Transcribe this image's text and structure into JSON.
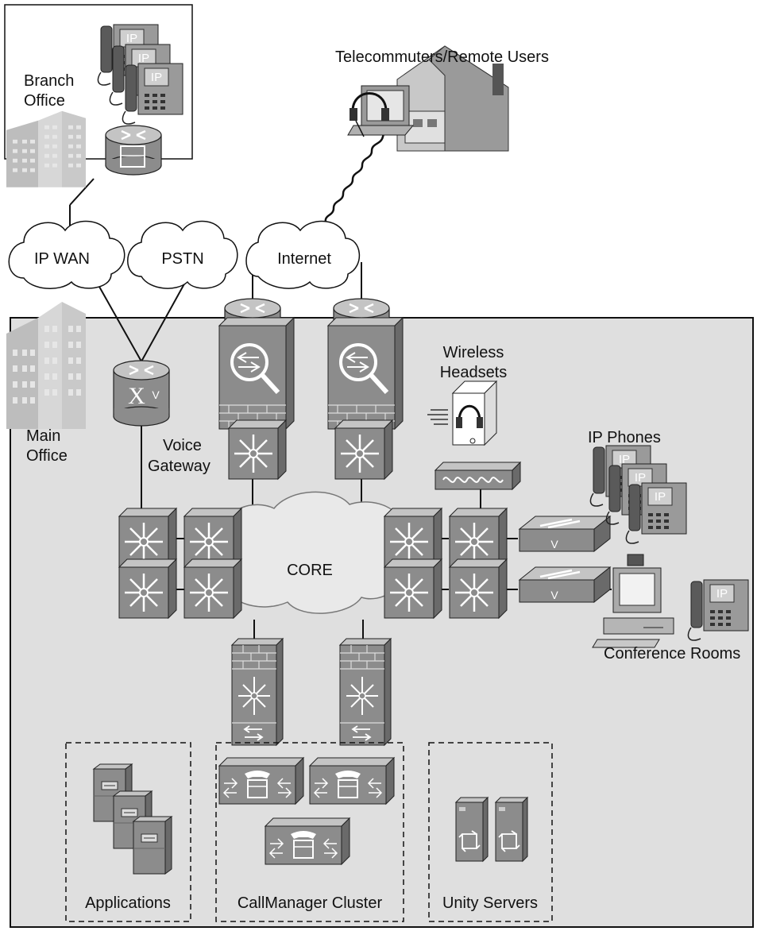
{
  "labels": {
    "branch_office_1": "Branch",
    "branch_office_2": "Office",
    "telecommuters": "Telecommuters/Remote Users",
    "ip_wan": "IP WAN",
    "pstn": "PSTN",
    "internet": "Internet",
    "wireless_1": "Wireless",
    "wireless_2": "Headsets",
    "main_office_1": "Main",
    "main_office_2": "Office",
    "voice_gateway_1": "Voice",
    "voice_gateway_2": "Gateway",
    "ip_phones": "IP Phones",
    "core": "CORE",
    "conference_rooms": "Conference Rooms",
    "applications": "Applications",
    "callmanager_cluster": "CallManager Cluster",
    "unity_servers": "Unity Servers"
  },
  "device_text": {
    "ip_tag": "IP",
    "vg_x": "X",
    "vg_v": "V",
    "access_switch_v": "V"
  },
  "colors": {
    "main_office_bg": "#dfdfdf",
    "device_gray": "#8c8c8c",
    "device_dark": "#6a6a6a",
    "device_light": "#c4c4c4",
    "cloud": "#ffffff",
    "line": "#111111"
  }
}
